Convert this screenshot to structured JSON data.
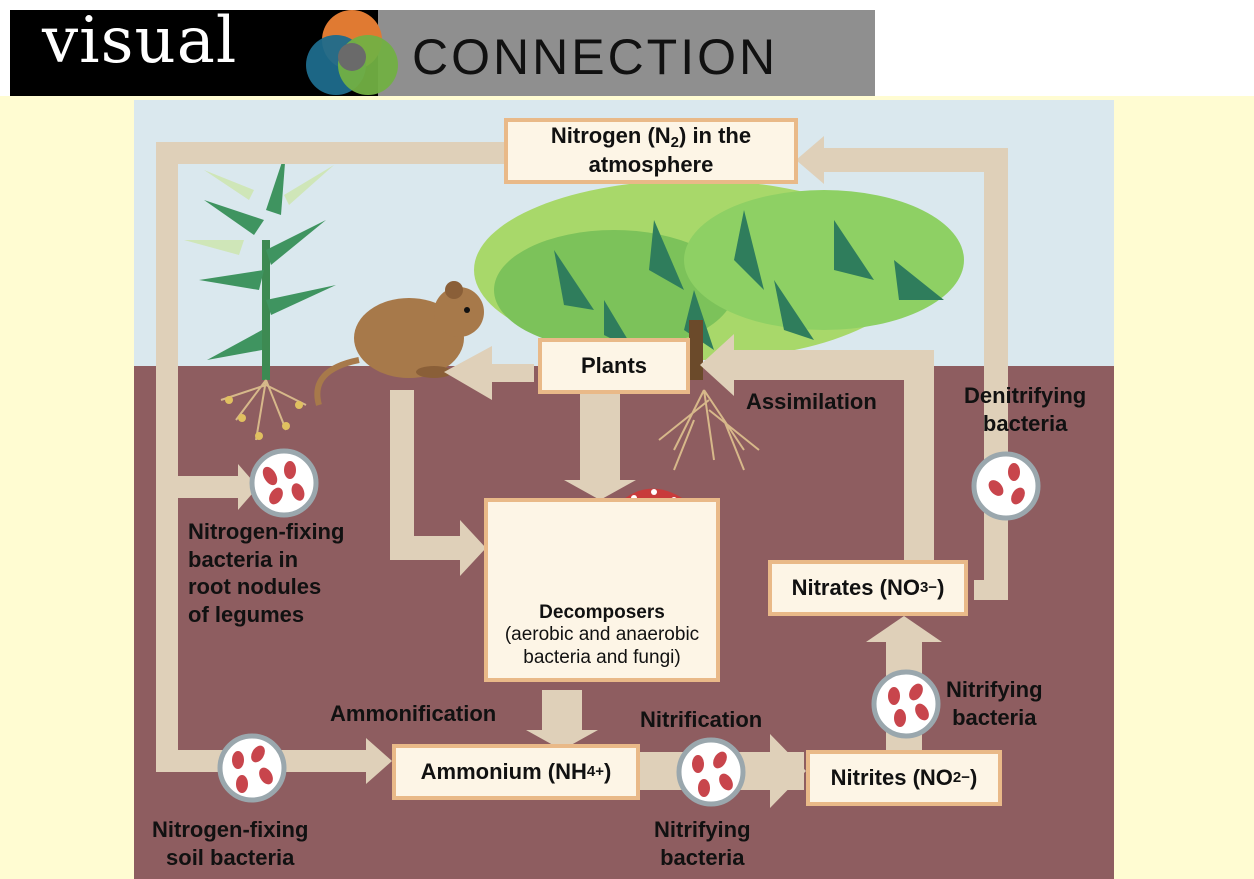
{
  "banner": {
    "word1": "visual",
    "word2": "CONNECTION"
  },
  "nodes": {
    "atmosphere": {
      "line1": "Nitrogen (N",
      "sub": "2",
      "line1_end": ") in the",
      "line2": "atmosphere"
    },
    "plants": "Plants",
    "decomposers": {
      "title": "Decomposers",
      "line2": "(aerobic and anaerobic",
      "line3": "bacteria and fungi)"
    },
    "ammonium": {
      "text": "Ammonium (NH",
      "sub": "4",
      "sup": "+",
      "end": ")"
    },
    "nitrites": {
      "text": "Nitrites (NO",
      "sub": "2",
      "sup": "−",
      "end": ")"
    },
    "nitrates": {
      "text": "Nitrates (NO",
      "sub": "3",
      "sup": "−",
      "end": ")"
    }
  },
  "labels": {
    "assimilation": "Assimilation",
    "denitrifying": [
      "Denitrifying",
      "bacteria"
    ],
    "legume_bacteria": [
      "Nitrogen-fixing",
      "bacteria in",
      "root nodules",
      "of legumes"
    ],
    "soil_bacteria": [
      "Nitrogen-fixing",
      "soil bacteria"
    ],
    "ammonification": "Ammonification",
    "nitrification": "Nitrification",
    "nitrifying_bottom": [
      "Nitrifying",
      "bacteria"
    ],
    "nitrifying_right": [
      "Nitrifying",
      "bacteria"
    ]
  },
  "colors": {
    "sky": "#dae8ee",
    "soil": "#8e5d60",
    "arrow": "#dfd0b9",
    "box_border": "#e9b988",
    "box_fill": "#fdf5e6",
    "page_bg": "#fffcd2"
  }
}
